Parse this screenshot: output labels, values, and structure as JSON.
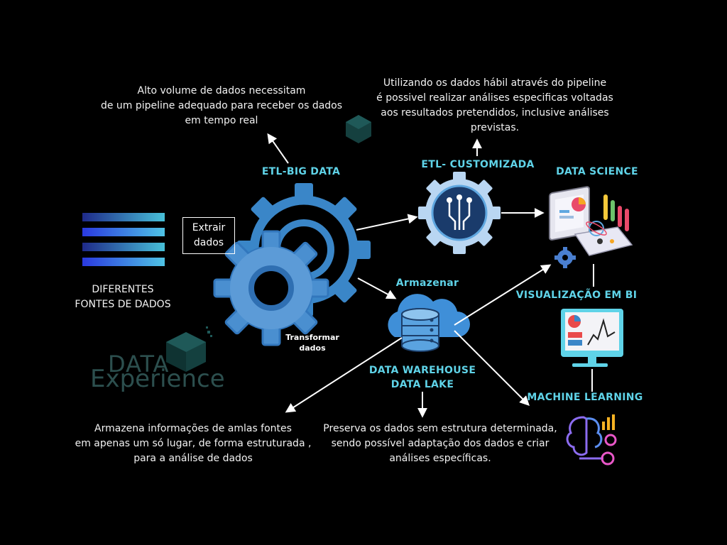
{
  "nodes": {
    "sources_label": "DIFERENTES\nFONTES DE DADOS",
    "extract_label": "Extrair\ndados",
    "transform_label": "Transformar\ndados",
    "etl_big_data": "ETL-BIG DATA",
    "etl_custom": "ETL- CUSTOMIZADA",
    "data_science": "DATA SCIENCE",
    "armazenar": "Armazenar",
    "dw_dl": "DATA WAREHOUSE\nDATA LAKE",
    "visualizacao": "VISUALIZAÇÃO EM BI",
    "machine_learning": "MACHINE LEARNING"
  },
  "notes": {
    "big_data": "Alto volume de dados necessitam\nde um pipeline adequado para receber os dados\nem tempo real",
    "custom": "Utilizando os dados hábil através do pipeline\né possivel realizar análises especificas voltadas\naos resultados pretendidos, inclusive análises\nprevistas.",
    "warehouse": "Armazena informações de amlas fontes\nem apenas um só lugar, de forma estruturada ,\npara a análise de dados",
    "lake": "Preserva os dados sem estrutura determinada,\nsendo possível adaptação dos dados e criar\nanálises específicas."
  },
  "brand": {
    "line1": "DATA",
    "line2": "Experience"
  },
  "colors": {
    "background": "#000000",
    "label": "#5fd3e8",
    "gear": "#3a86c8",
    "gear_light": "#b9d6f2",
    "arrow": "#ffffff"
  }
}
